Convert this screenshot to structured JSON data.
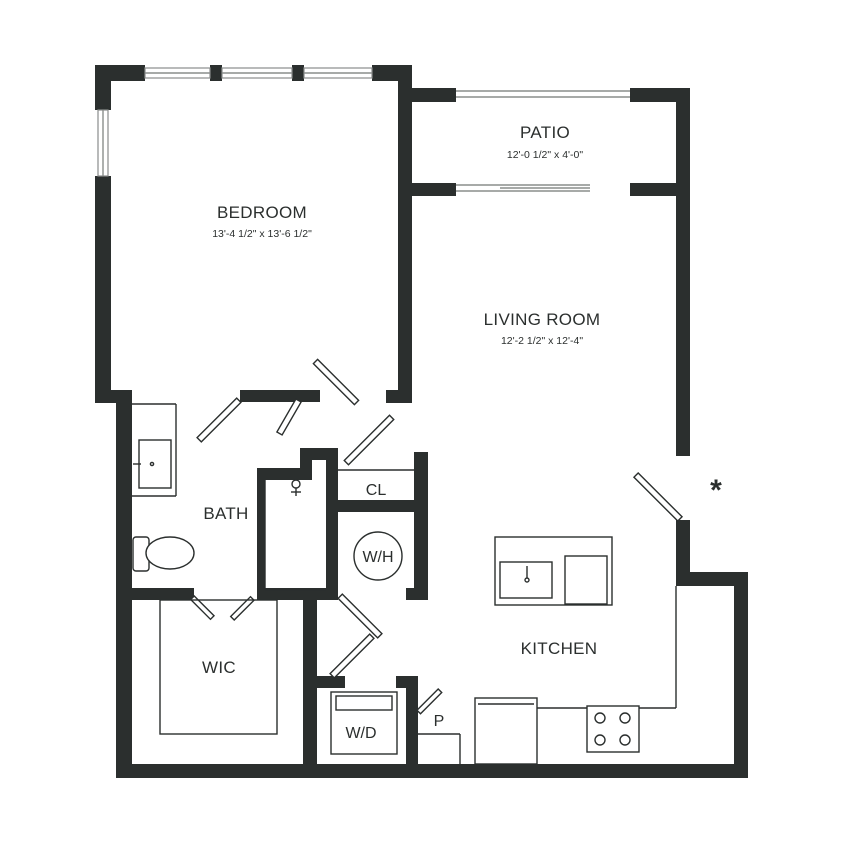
{
  "plan": {
    "rooms": {
      "bedroom": {
        "name": "BEDROOM",
        "dims": "13'-4 1/2\" x 13'-6 1/2\""
      },
      "patio": {
        "name": "PATIO",
        "dims": "12'-0 1/2\" x 4'-0\""
      },
      "living": {
        "name": "LIVING ROOM",
        "dims": "12'-2 1/2\" x 12'-4\""
      },
      "bath": {
        "name": "BATH"
      },
      "wic": {
        "name": "WIC"
      },
      "kitchen": {
        "name": "KITCHEN"
      },
      "closet": {
        "name": "CL"
      },
      "water_heater": {
        "name": "W/H"
      },
      "washer_dryer": {
        "name": "W/D"
      },
      "pantry": {
        "name": "P"
      }
    },
    "entry_marker": "*",
    "colors": {
      "wall": "#2b2f2e",
      "window": "#8a8d8c",
      "background": "#ffffff"
    }
  }
}
